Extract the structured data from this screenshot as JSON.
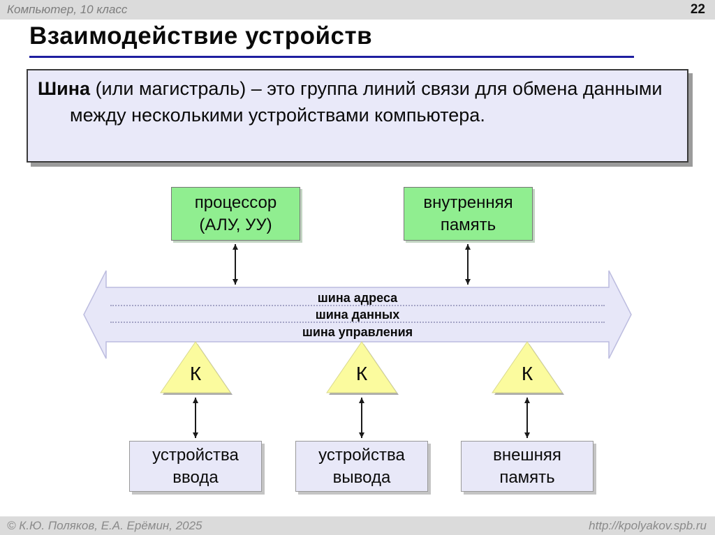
{
  "header": {
    "course": "Компьютер, 10 класс",
    "page_number": "22"
  },
  "title": "Взаимодействие устройств",
  "definition": {
    "term": "Шина",
    "rest": " (или магистраль) – это группа линий связи для обмена данными между несколькими устройствами компьютера."
  },
  "diagram": {
    "top_boxes": [
      {
        "line1": "процессор",
        "line2": "(АЛУ, УУ)"
      },
      {
        "line1": "внутренняя",
        "line2": "память"
      }
    ],
    "bus_labels": [
      "шина адреса",
      "шина данных",
      "шина управления"
    ],
    "controllers": [
      "К",
      "К",
      "К"
    ],
    "bottom_boxes": [
      {
        "line1": "устройства",
        "line2": "ввода"
      },
      {
        "line1": "устройства",
        "line2": "вывода"
      },
      {
        "line1": "внешняя",
        "line2": "память"
      }
    ]
  },
  "footer": {
    "copyright": "© К.Ю. Поляков, Е.А. Ерёмин, 2025",
    "url": "http://kpolyakov.spb.ru"
  },
  "colors": {
    "bus_fill": "#e7e7f8",
    "bus_border": "#bcbcdf",
    "box_green": "#90ee90",
    "box_lavender": "#e8e8f8",
    "triangle_yellow": "#fbfb9e",
    "underline_blue": "#1e1ea0",
    "bar_gray": "#dbdbdb"
  }
}
